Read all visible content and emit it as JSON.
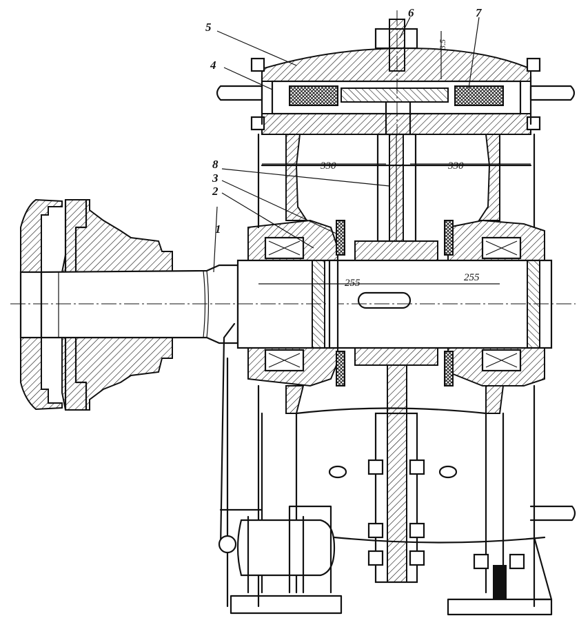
{
  "labels": {
    "part_1": "1",
    "part_2": "2",
    "part_3": "3",
    "part_4": "4",
    "part_5": "5",
    "part_6": "6",
    "part_7": "7",
    "part_8": "8"
  },
  "dimensions": {
    "left_span": "330",
    "right_span": "330",
    "gap": "3.5",
    "left_shaft": "255",
    "right_shaft": "255"
  }
}
